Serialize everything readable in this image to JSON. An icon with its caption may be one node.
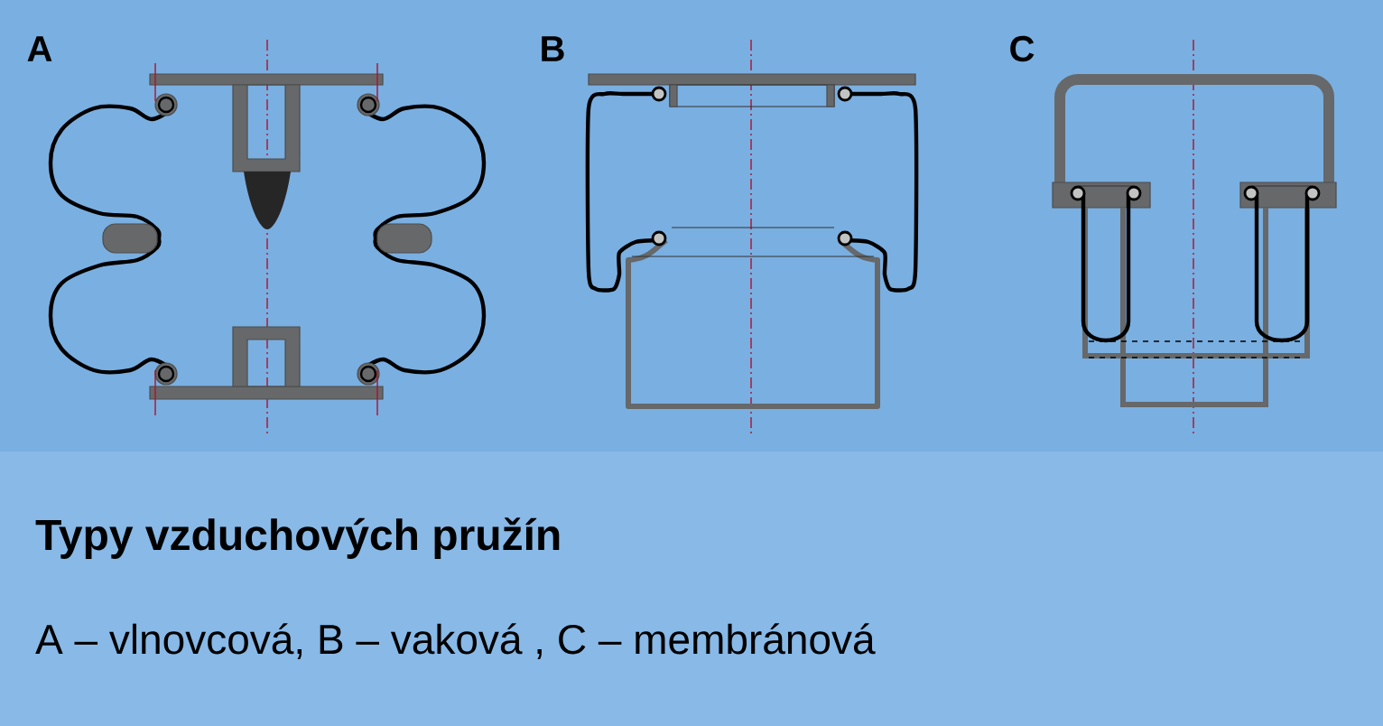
{
  "diagram": {
    "title": "Typy vzduchových pružín",
    "caption": "A – vlnovcová, B – vaková , C – membránová",
    "labels": [
      "A",
      "B",
      "C"
    ]
  }
}
